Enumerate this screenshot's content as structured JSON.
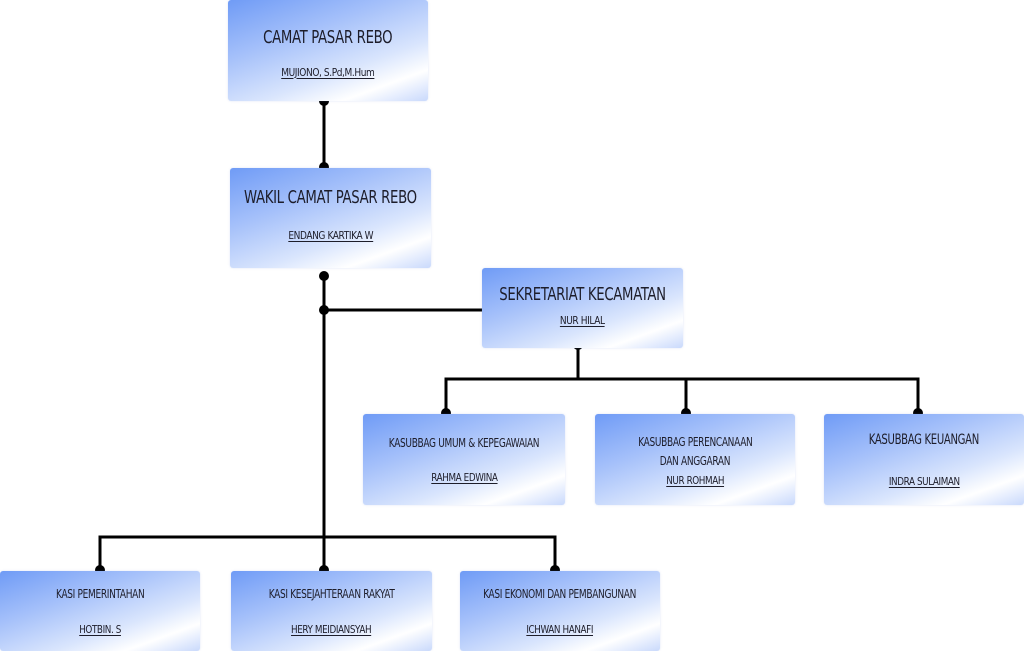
{
  "org_chart": {
    "camat": {
      "title": "CAMAT PASAR REBO",
      "name": "MUJIONO, S.Pd,M.Hum"
    },
    "wakil_camat": {
      "title": "WAKIL CAMAT PASAR REBO",
      "name": "ENDANG KARTIKA W"
    },
    "sekretariat": {
      "title": "SEKRETARIAT KECAMATAN",
      "name": "NUR HILAL"
    },
    "kasubbag": [
      {
        "title_lines": [
          "KASUBBAG UMUM & KEPEGAWAIAN"
        ],
        "name": "RAHMA EDWINA"
      },
      {
        "title_lines": [
          "KASUBBAG PERENCANAAN",
          "DAN ANGGARAN"
        ],
        "name": "NUR ROHMAH"
      },
      {
        "title_lines": [
          "KASUBBAG KEUANGAN"
        ],
        "name": "INDRA SULAIMAN"
      }
    ],
    "kasi": [
      {
        "title": "KASI PEMERINTAHAN",
        "name": "HOTBIN. S"
      },
      {
        "title": "KASI KESEJAHTERAAN RAKYAT",
        "name": "HERY MEIDIANSYAH"
      },
      {
        "title": "KASI EKONOMI DAN PEMBANGUNAN",
        "name": "ICHWAN HANAFI"
      }
    ]
  },
  "colors": {
    "box_gradient_start": "#6f9bf6",
    "box_gradient_end": "#ffffff",
    "connector": "#000000",
    "text": "#1d1d2a"
  }
}
